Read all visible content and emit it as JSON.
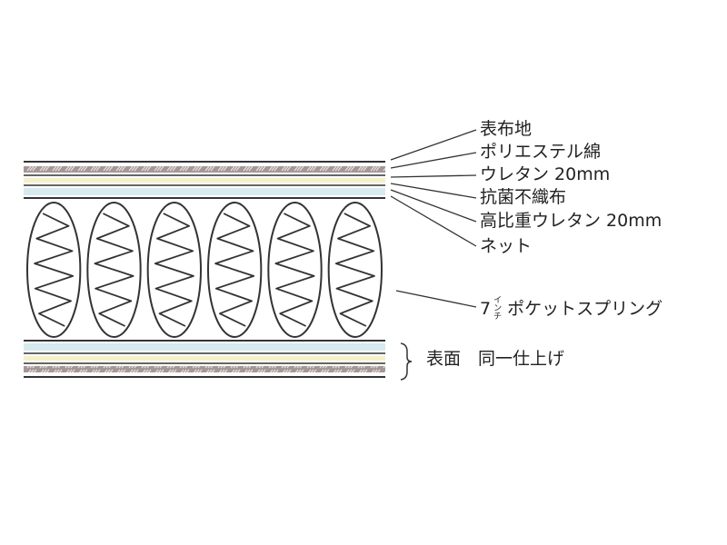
{
  "diagram": {
    "labels": {
      "cover": "表布地",
      "polyester": "ポリエステル綿",
      "urethane": "ウレタン 20mm",
      "antibacterial": "抗菌不織布",
      "high_density": "高比重ウレタン 20mm",
      "net": "ネット",
      "spring_number": "7",
      "spring_unit": "インチ",
      "spring_name": "ポケットスプリング",
      "reverse_side": "表面　同一仕上げ"
    },
    "colors": {
      "outline": "#333333",
      "cover_fabric": "#a69797",
      "urethane": "#f5f0c8",
      "non_woven": "#d6eaf0",
      "pattern": "#e8e2e2"
    },
    "spring_count": 6
  }
}
